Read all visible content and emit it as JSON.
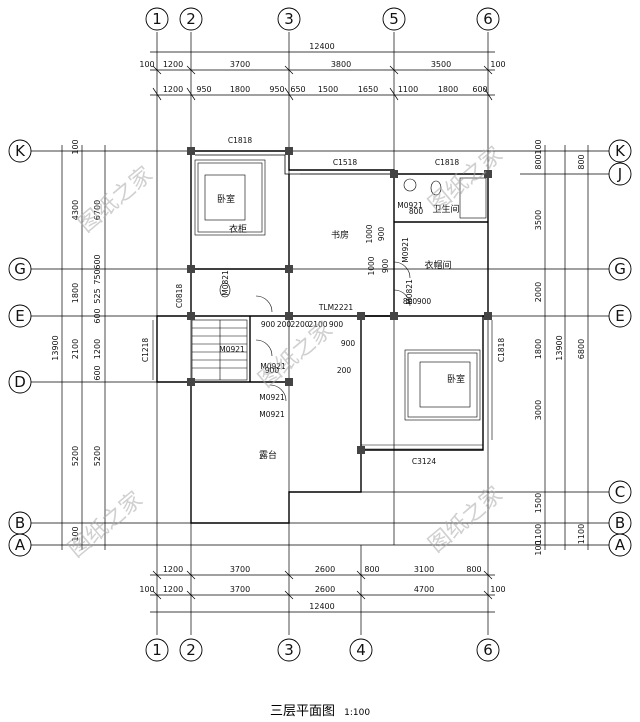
{
  "title": "三层平面图",
  "scale": "1:100",
  "watermark": "图纸之家",
  "axes": {
    "top": [
      "1",
      "2",
      "3",
      "5",
      "6"
    ],
    "bottom": [
      "1",
      "2",
      "3",
      "4",
      "6"
    ],
    "left": [
      "K",
      "G",
      "E",
      "D",
      "B",
      "A"
    ],
    "right": [
      "K",
      "J",
      "G",
      "E",
      "C",
      "B",
      "A"
    ]
  },
  "dimensions": {
    "top_total": "12400",
    "top_row1": [
      "100",
      "1200",
      "3700",
      "3800",
      "3500",
      "100"
    ],
    "top_row2": [
      "1200",
      "950",
      "1800",
      "950",
      "650",
      "1500",
      "1650",
      "1100",
      "1800",
      "600"
    ],
    "bottom_row1": [
      "1200",
      "3700",
      "2600",
      "800",
      "3100",
      "800"
    ],
    "bottom_row2": [
      "100",
      "1200",
      "3700",
      "2600",
      "4700",
      "100"
    ],
    "bottom_total": "12400",
    "left_total": "13900",
    "left_outer": [
      "100",
      "4300",
      "1800",
      "2100",
      "5200",
      "100"
    ],
    "left_inner": [
      "6700",
      "600",
      "750",
      "525",
      "600",
      "1200",
      "600",
      "5200"
    ],
    "right_total": "13900",
    "right_outer": [
      "100",
      "800",
      "3500",
      "2000",
      "1800",
      "3000",
      "1500",
      "1100",
      "100"
    ],
    "right_inner": [
      "800",
      "6800",
      "1100"
    ]
  },
  "rooms": [
    "卧室",
    "衣柜",
    "书房",
    "卫生间",
    "衣帽间",
    "卧室",
    "露台"
  ],
  "doors": [
    "M0921",
    "M0821",
    "M0921",
    "M0821",
    "M0921",
    "M0921",
    "M0921",
    "M0921",
    "TLM2221"
  ],
  "windows": [
    "C1818",
    "C1518",
    "C1818",
    "C0818",
    "C1218",
    "C1818",
    "C3124"
  ],
  "misc_dims": [
    "900",
    "200",
    "2200",
    "900",
    "900",
    "1000",
    "900",
    "1000",
    "900",
    "800",
    "900",
    "800",
    "900",
    "200",
    "2100"
  ],
  "colors": {
    "line": "#000000",
    "watermark": "#aaaaaa"
  }
}
